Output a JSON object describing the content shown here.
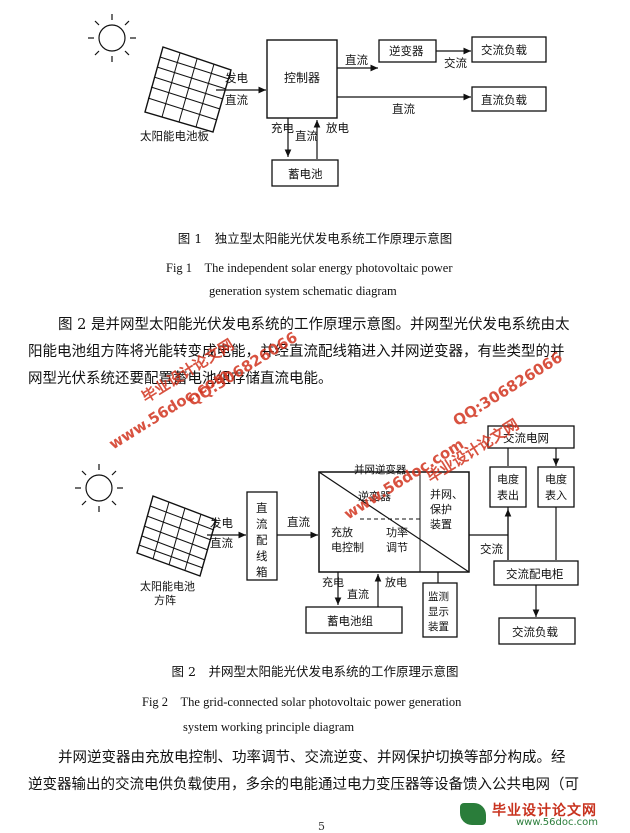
{
  "figure1": {
    "labels": {
      "panel": "太阳能电池板",
      "gen": "发电",
      "dc_in": "直流",
      "controller": "控制器",
      "dc1": "直流",
      "inverter": "逆变器",
      "ac": "交流",
      "load1": "交流负载",
      "dc2": "直流",
      "load2": "直流负载",
      "charge": "充电",
      "dc_mid": "直流",
      "discharge": "放电",
      "battery": "蓄电池"
    },
    "caption_cn": "图 1　独立型太阳能光伏发电系统工作原理示意图",
    "caption_en_1": "Fig 1　The independent solar energy photovoltaic power",
    "caption_en_2": "generation system schematic diagram"
  },
  "paragraph1": {
    "line1": "图 2 是并网型太阳能光伏发电系统的工作原理示意图。并网型光伏发电系统由太",
    "line2": "阳能电池组方阵将光能转变成电能，并经直流配线箱进入并网逆变器，有些类型的并",
    "line3": "网型光伏系统还要配置蓄电池组存储直流电能。"
  },
  "figure2": {
    "labels": {
      "array_1": "太阳能电池",
      "array_2": "方阵",
      "gen": "发电",
      "dc_in": "直流",
      "box": "直流配线箱",
      "dc_out": "直流",
      "inv_title": "并网逆变器",
      "inverter": "逆变器",
      "protect_1": "并网、",
      "protect_2": "保护",
      "protect_3": "装置",
      "cc_1": "充放",
      "cc_2": "电控制",
      "power_1": "功率",
      "power_2": "调节",
      "ac": "交流",
      "charge": "充电",
      "dc_mid": "直流",
      "discharge": "放电",
      "battery": "蓄电池组",
      "monitor": "监测显示装置",
      "grid": "交流电网",
      "meter_out_1": "电度",
      "meter_out_2": "表出",
      "meter_in_1": "电度",
      "meter_in_2": "表入",
      "ac_cabinet": "交流配电柜",
      "ac_load": "交流负载"
    },
    "caption_cn": "图 2　并网型太阳能光伏发电系统的工作原理示意图",
    "caption_en_1": "Fig 2　The grid-connected solar photovoltaic power generation",
    "caption_en_2": "system working principle diagram"
  },
  "paragraph2": {
    "line1": "并网逆变器由充放电控制、功率调节、交流逆变、并网保护切换等部分构成。经",
    "line2": "逆变器输出的交流电供负载使用，多余的电能通过电力变压器等设备馈入公共电网（可"
  },
  "watermarks": {
    "site": "www.56doc.com",
    "qq": "QQ:306826066",
    "brand": "毕业设计论文网",
    "logo_name": "毕业设计论文网",
    "logo_url": "www.56doc.com"
  },
  "page_number": "5"
}
